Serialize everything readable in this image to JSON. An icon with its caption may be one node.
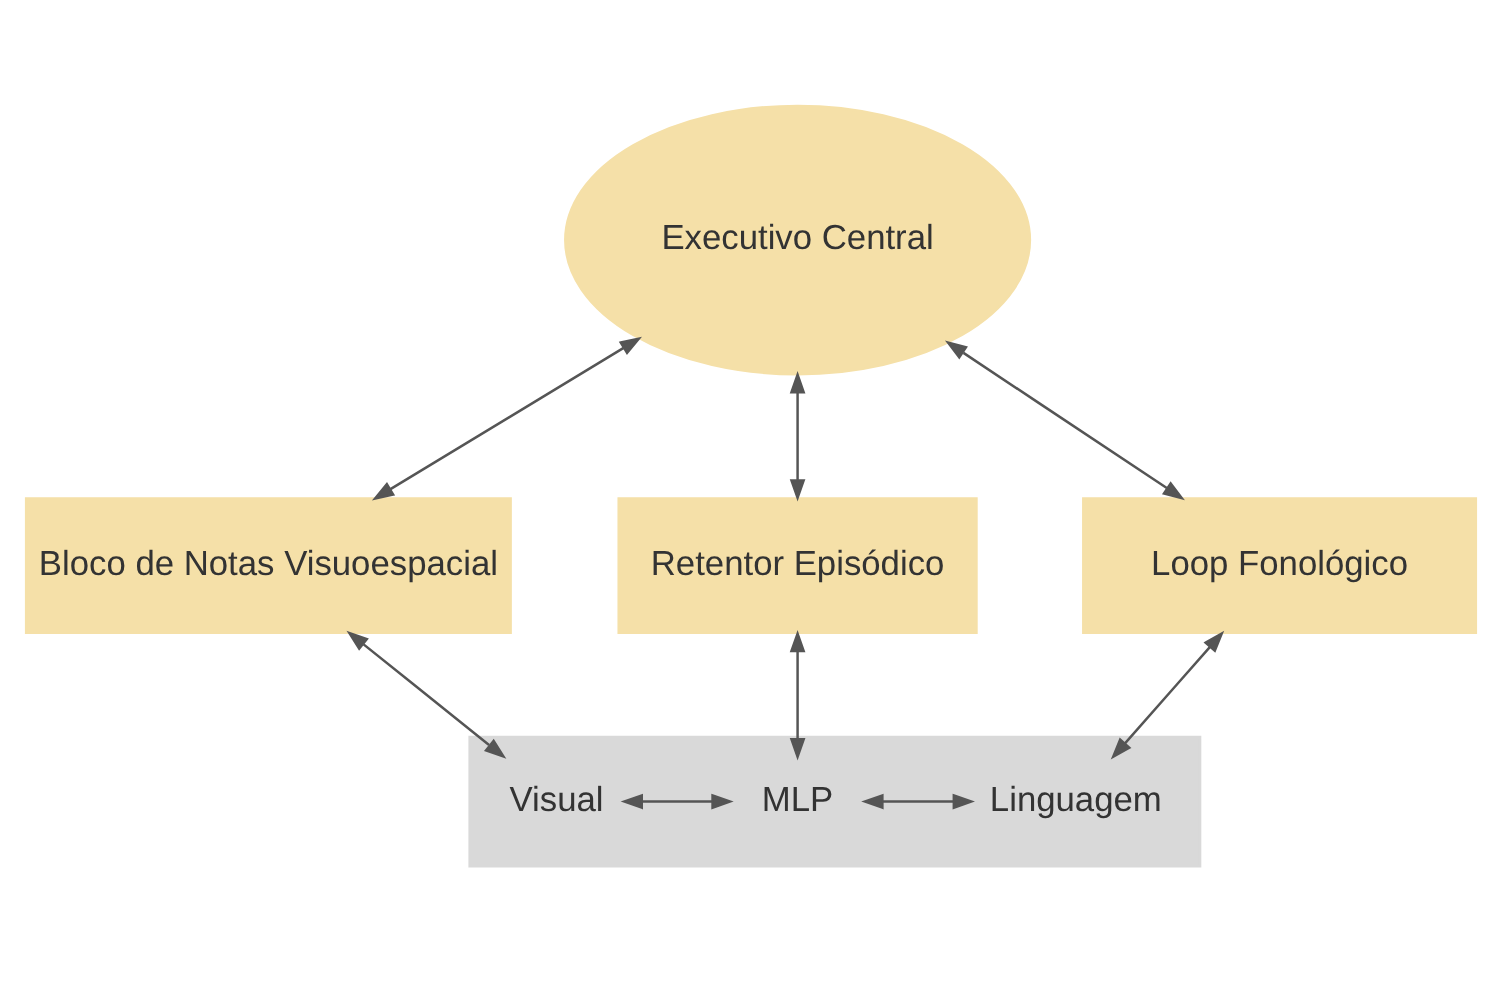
{
  "diagram": {
    "nodes": [
      {
        "text": [
          "Executivo Central"
        ]
      },
      {
        "text": [
          "Bloco de Notas Visuoespacial"
        ]
      },
      {
        "text": [
          "Retentor Episódico"
        ]
      },
      {
        "text": [
          "Loop Fonológico"
        ]
      },
      {
        "text": [],
        "shape": "bar"
      },
      {
        "text": [
          "Visual"
        ],
        "in": 4
      },
      {
        "text": [
          "MLP"
        ],
        "in": 4
      },
      {
        "text": [
          "Linguagem"
        ],
        "in": 4
      }
    ],
    "edges": [
      {
        "from": 0,
        "to": 1,
        "arrow": "both"
      },
      {
        "from": 0,
        "to": 2,
        "arrow": "both"
      },
      {
        "from": 0,
        "to": 3,
        "arrow": "both"
      },
      {
        "from": 1,
        "to": 5,
        "arrow": "both"
      },
      {
        "from": 2,
        "to": 6,
        "arrow": "both"
      },
      {
        "from": 3,
        "to": 7,
        "arrow": "both"
      },
      {
        "from": 5,
        "to": 6,
        "arrow": "both"
      },
      {
        "from": 6,
        "to": 7,
        "arrow": "both"
      }
    ]
  }
}
